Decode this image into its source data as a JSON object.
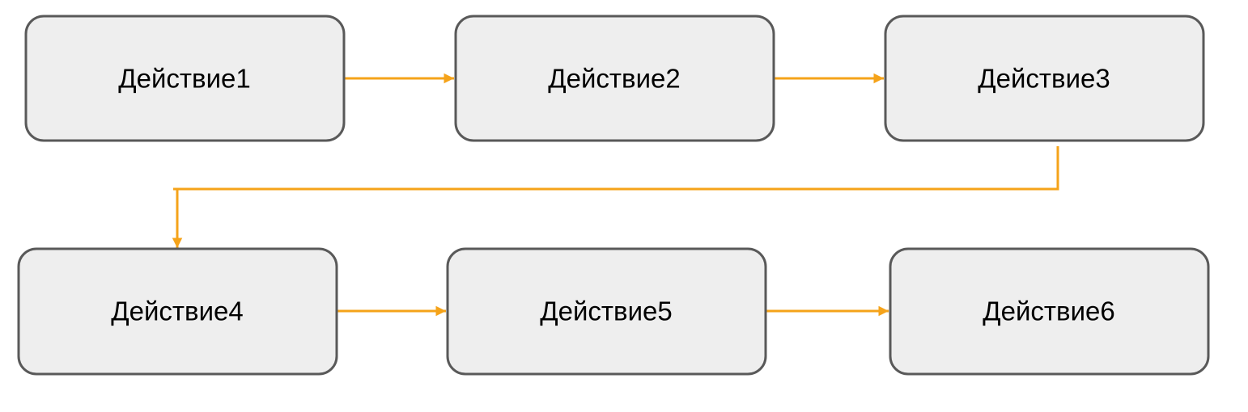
{
  "colors": {
    "node_fill": "#eeeeee",
    "node_stroke": "#595959",
    "connector": "#f5a31a",
    "text": "#000000"
  },
  "nodes": [
    {
      "id": "n1",
      "label": "Действие1"
    },
    {
      "id": "n2",
      "label": "Действие2"
    },
    {
      "id": "n3",
      "label": "Действие3"
    },
    {
      "id": "n4",
      "label": "Действие4"
    },
    {
      "id": "n5",
      "label": "Действие5"
    },
    {
      "id": "n6",
      "label": "Действие6"
    }
  ],
  "edges": [
    {
      "from": "n1",
      "to": "n2"
    },
    {
      "from": "n2",
      "to": "n3"
    },
    {
      "from": "n3",
      "to": "n4"
    },
    {
      "from": "n4",
      "to": "n5"
    },
    {
      "from": "n5",
      "to": "n6"
    }
  ]
}
